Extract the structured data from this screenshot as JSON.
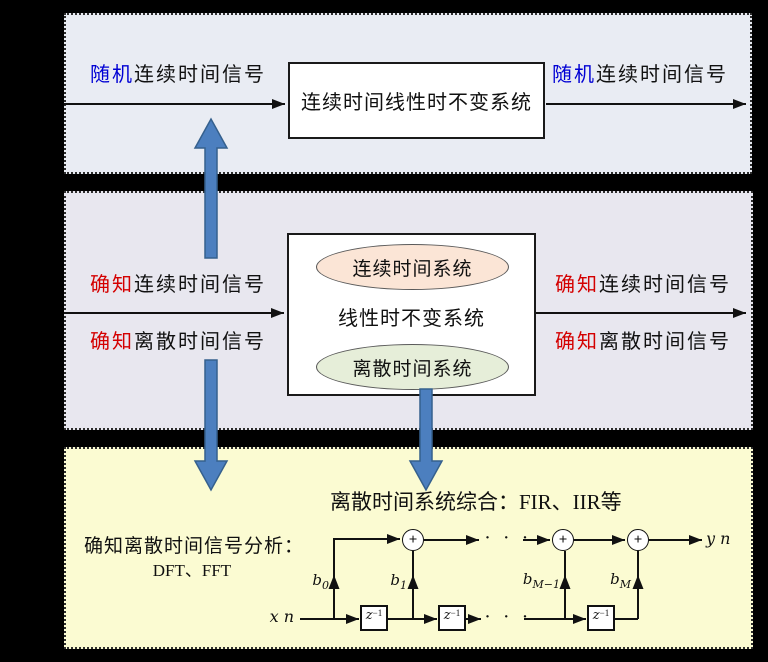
{
  "colors": {
    "background": "#000000",
    "panel_top_bg": "#E9ECF3",
    "panel_mid_bg": "#E8E7EF",
    "panel_bottom_bg": "#FBFBD2",
    "highlight_blue": "#0000D4",
    "highlight_red": "#D40000",
    "flow_arrow_blue": "#4C7FBF",
    "ellipse_continuous_fill": "#FBE5D6",
    "ellipse_discrete_fill": "#E6EED9"
  },
  "panel_top": {
    "input_label": {
      "colored": "随机",
      "rest": "连续时间信号"
    },
    "box_label": "连续时间线性时不变系统",
    "output_label": {
      "colored": "随机",
      "rest": "连续时间信号"
    }
  },
  "panel_mid": {
    "input_continuous": {
      "colored": "确知",
      "rest": "连续时间信号"
    },
    "input_discrete": {
      "colored": "确知",
      "rest": "离散时间信号"
    },
    "ellipse_continuous": "连续时间系统",
    "box_title": "线性时不变系统",
    "ellipse_discrete": "离散时间系统",
    "output_continuous": {
      "colored": "确知",
      "rest": "连续时间信号"
    },
    "output_discrete": {
      "colored": "确知",
      "rest": "离散时间信号"
    }
  },
  "panel_bottom": {
    "synthesis_title": "离散时间系统综合：FIR、IIR等",
    "analysis_title": "确知离散时间信号分析：",
    "analysis_methods": "DFT、FFT",
    "filter": {
      "input": "x n",
      "output": "y n",
      "adder_symbol": "+",
      "dots": "· · ·",
      "delay": {
        "base": "z",
        "exp": "−1"
      },
      "taps": [
        {
          "base": "b",
          "sub": "0"
        },
        {
          "base": "b",
          "sub": "1"
        },
        {
          "base": "b",
          "sub": "M−1"
        },
        {
          "base": "b",
          "sub": "M"
        }
      ]
    }
  }
}
